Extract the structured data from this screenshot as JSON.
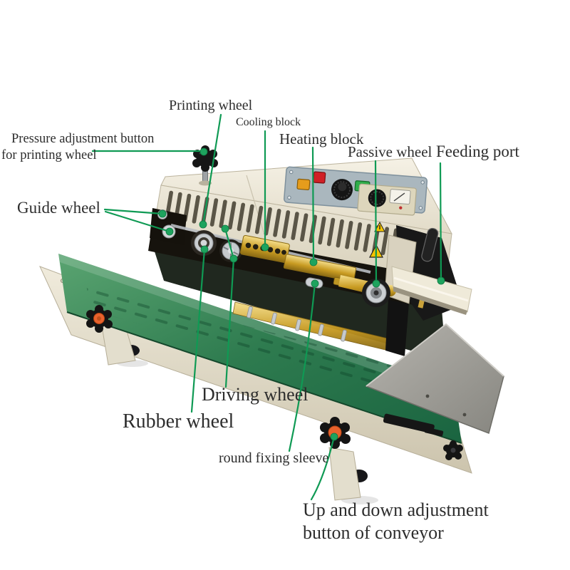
{
  "image_description": "Labeled parts diagram of a continuous band sealing machine with a green conveyor belt; green leader lines with dots point from each text label to the corresponding machine part",
  "labels": {
    "pressure_adjustment_line1": "Pressure adjustment button",
    "pressure_adjustment_line2": "for printing wheel",
    "printing_wheel": "Printing wheel",
    "cooling_block": "Cooling block",
    "heating_block": "Heating block",
    "passive_wheel": "Passive wheel",
    "feeding_port": "Feeding port",
    "guide_wheel": "Guide wheel",
    "driving_wheel": "Driving wheel",
    "rubber_wheel": "Rubber wheel",
    "round_fixing_sleeve": "round fixing sleeve",
    "up_down_line1": "Up and down adjustment",
    "up_down_line2": "button of conveyor"
  },
  "colors": {
    "leader_green": "#0f9a54",
    "dot_green": "#1ea35e",
    "text_color": "#2d2d2d",
    "body_cream": "#ece7d8",
    "belt_green": "#2e7b4f",
    "gold": "#d0a52c",
    "panel_blue_gray": "#a9b6bd",
    "knob_orange": "#e8622d",
    "steel_gray": "#a19f99",
    "warning_yellow": "#f5c400"
  }
}
